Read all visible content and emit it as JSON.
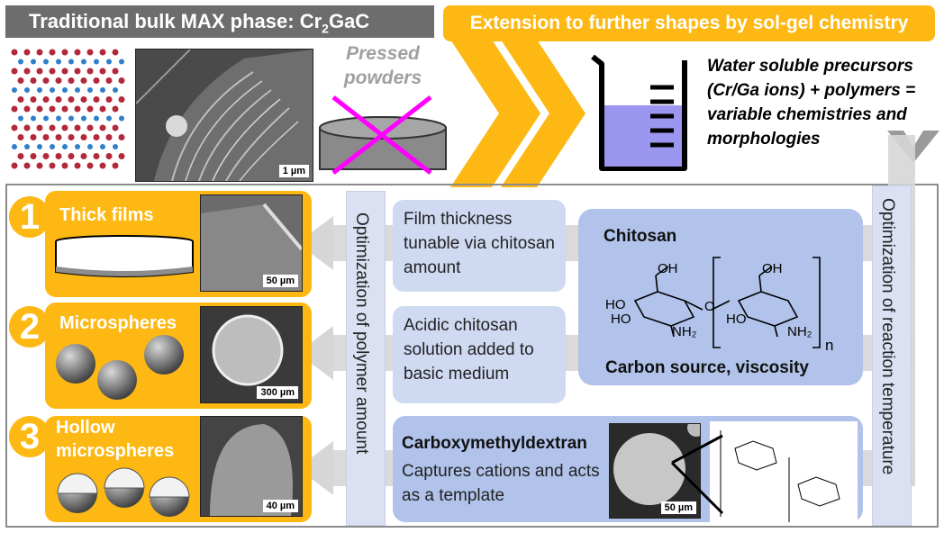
{
  "header": {
    "left_title_main": "Traditional bulk MAX phase: Cr",
    "left_title_sub": "2",
    "left_title_end": "GaC",
    "right_title": "Extension to further shapes by sol-gel chemistry"
  },
  "top": {
    "sem_scale": "1 µm",
    "pressed_label_line1": "Pressed",
    "pressed_label_line2": "powders",
    "precursor_text": "Water soluble precursors (Cr/Ga ions) + polymers = variable chemistries and morphologies"
  },
  "rows": [
    {
      "number": "1",
      "title": "Thick films",
      "scale": "50 µm"
    },
    {
      "number": "2",
      "title": "Microspheres",
      "scale": "300 µm"
    },
    {
      "number": "3",
      "title": "Hollow microspheres",
      "scale": "40 µm"
    }
  ],
  "middle": {
    "polymer_axis": "Optimization of polymer amount",
    "temperature_axis": "Optimization of reaction temperature",
    "film_note": "Film thickness tunable via chitosan amount",
    "sphere_note": "Acidic chitosan solution added to basic medium",
    "chitosan_title": "Chitosan",
    "chitosan_role": "Carbon source, viscosity",
    "carboxy_title": "Carboxymethyldextran",
    "carboxy_desc": "Captures cations and acts as a template",
    "carboxy_scale": "50 µm"
  },
  "chem": {
    "oh1": "OH",
    "oh2": "OH",
    "ho1": "HO",
    "ho2": "HO",
    "ho3": "HO",
    "nh1": "NH₂",
    "nh2": "NH₂",
    "o_link": "O",
    "n_sub": "n"
  },
  "colors": {
    "accent": "#fdb813",
    "header_gray": "#6d6d6d",
    "blue_box": "#b1c3ea",
    "pink_cross": "#ff00ff"
  }
}
